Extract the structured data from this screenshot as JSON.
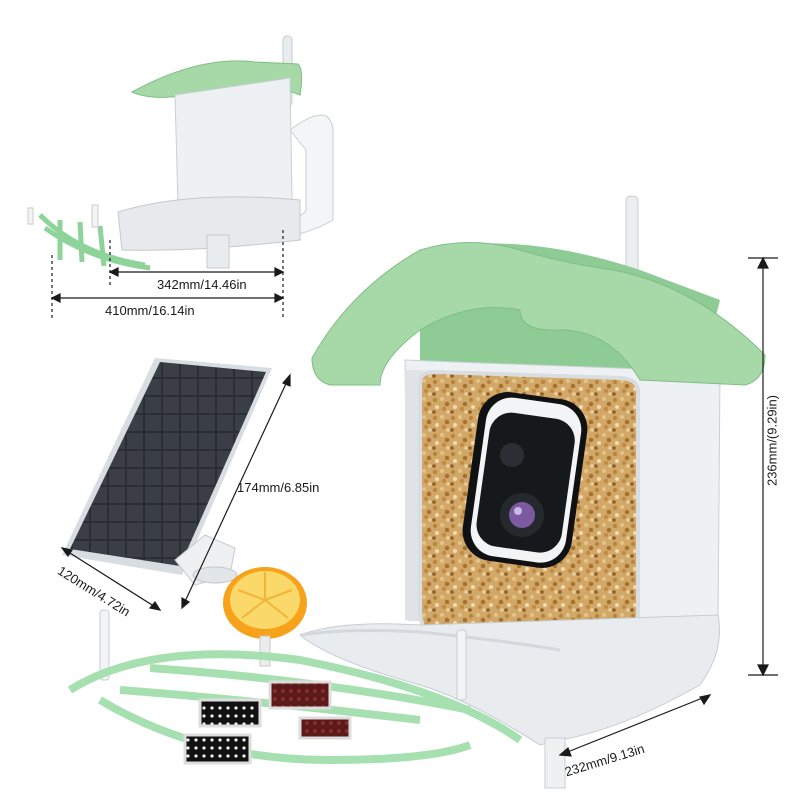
{
  "dimensions": {
    "top_inner_width": "342mm/14.46in",
    "top_outer_width": "410mm/16.14in",
    "panel_height": "174mm/6.85in",
    "panel_width": "120mm/4.72in",
    "feeder_height": "236mm/(9.29in)",
    "feeder_depth": "232mm/9.13in"
  },
  "colors": {
    "roof_green": "#a6d8a8",
    "roof_green_dark": "#7fbf84",
    "body_white": "#eef1f3",
    "body_shadow": "#cfd5da",
    "seed_base": "#c9a063",
    "solar_cell": "#2b2f35",
    "orange": "#f7a21b",
    "camera_black": "#151719"
  },
  "icons": [
    "bird-feeder",
    "solar-panel",
    "orange-slice",
    "camera"
  ]
}
